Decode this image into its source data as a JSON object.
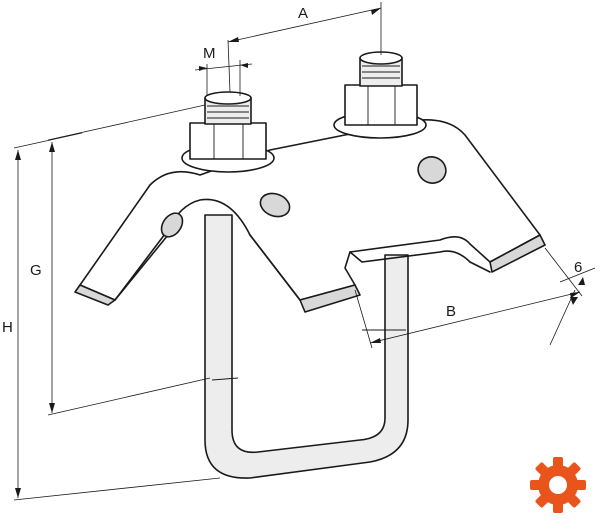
{
  "dimensions": {
    "A": "A",
    "M": "M",
    "G": "G",
    "H": "H",
    "B": "B",
    "thickness": "6"
  },
  "logo": {
    "icon": "gear-logo-icon",
    "color": "#e8541c"
  }
}
